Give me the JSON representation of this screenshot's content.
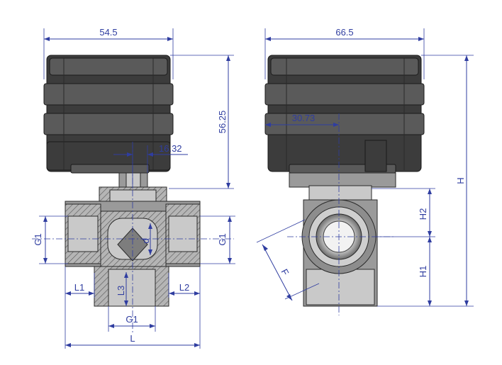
{
  "dimensions": {
    "front_width": "54.5",
    "side_width": "66.5",
    "height_actuator": "56.25",
    "offset_stem": "16.32",
    "offset_center": "30.73",
    "total_height": "H",
    "h2": "H2",
    "h1": "H1",
    "g1_left": "G1",
    "g1_right": "G1",
    "g1_bottom": "G1",
    "bore": "d",
    "l1": "L1",
    "l2": "L2",
    "l3": "L3",
    "length": "L",
    "flats": "F"
  },
  "colors": {
    "dimension": "#2f3da0",
    "actuator": "#3c3c3c",
    "valve_body": "#9a9a9a"
  }
}
